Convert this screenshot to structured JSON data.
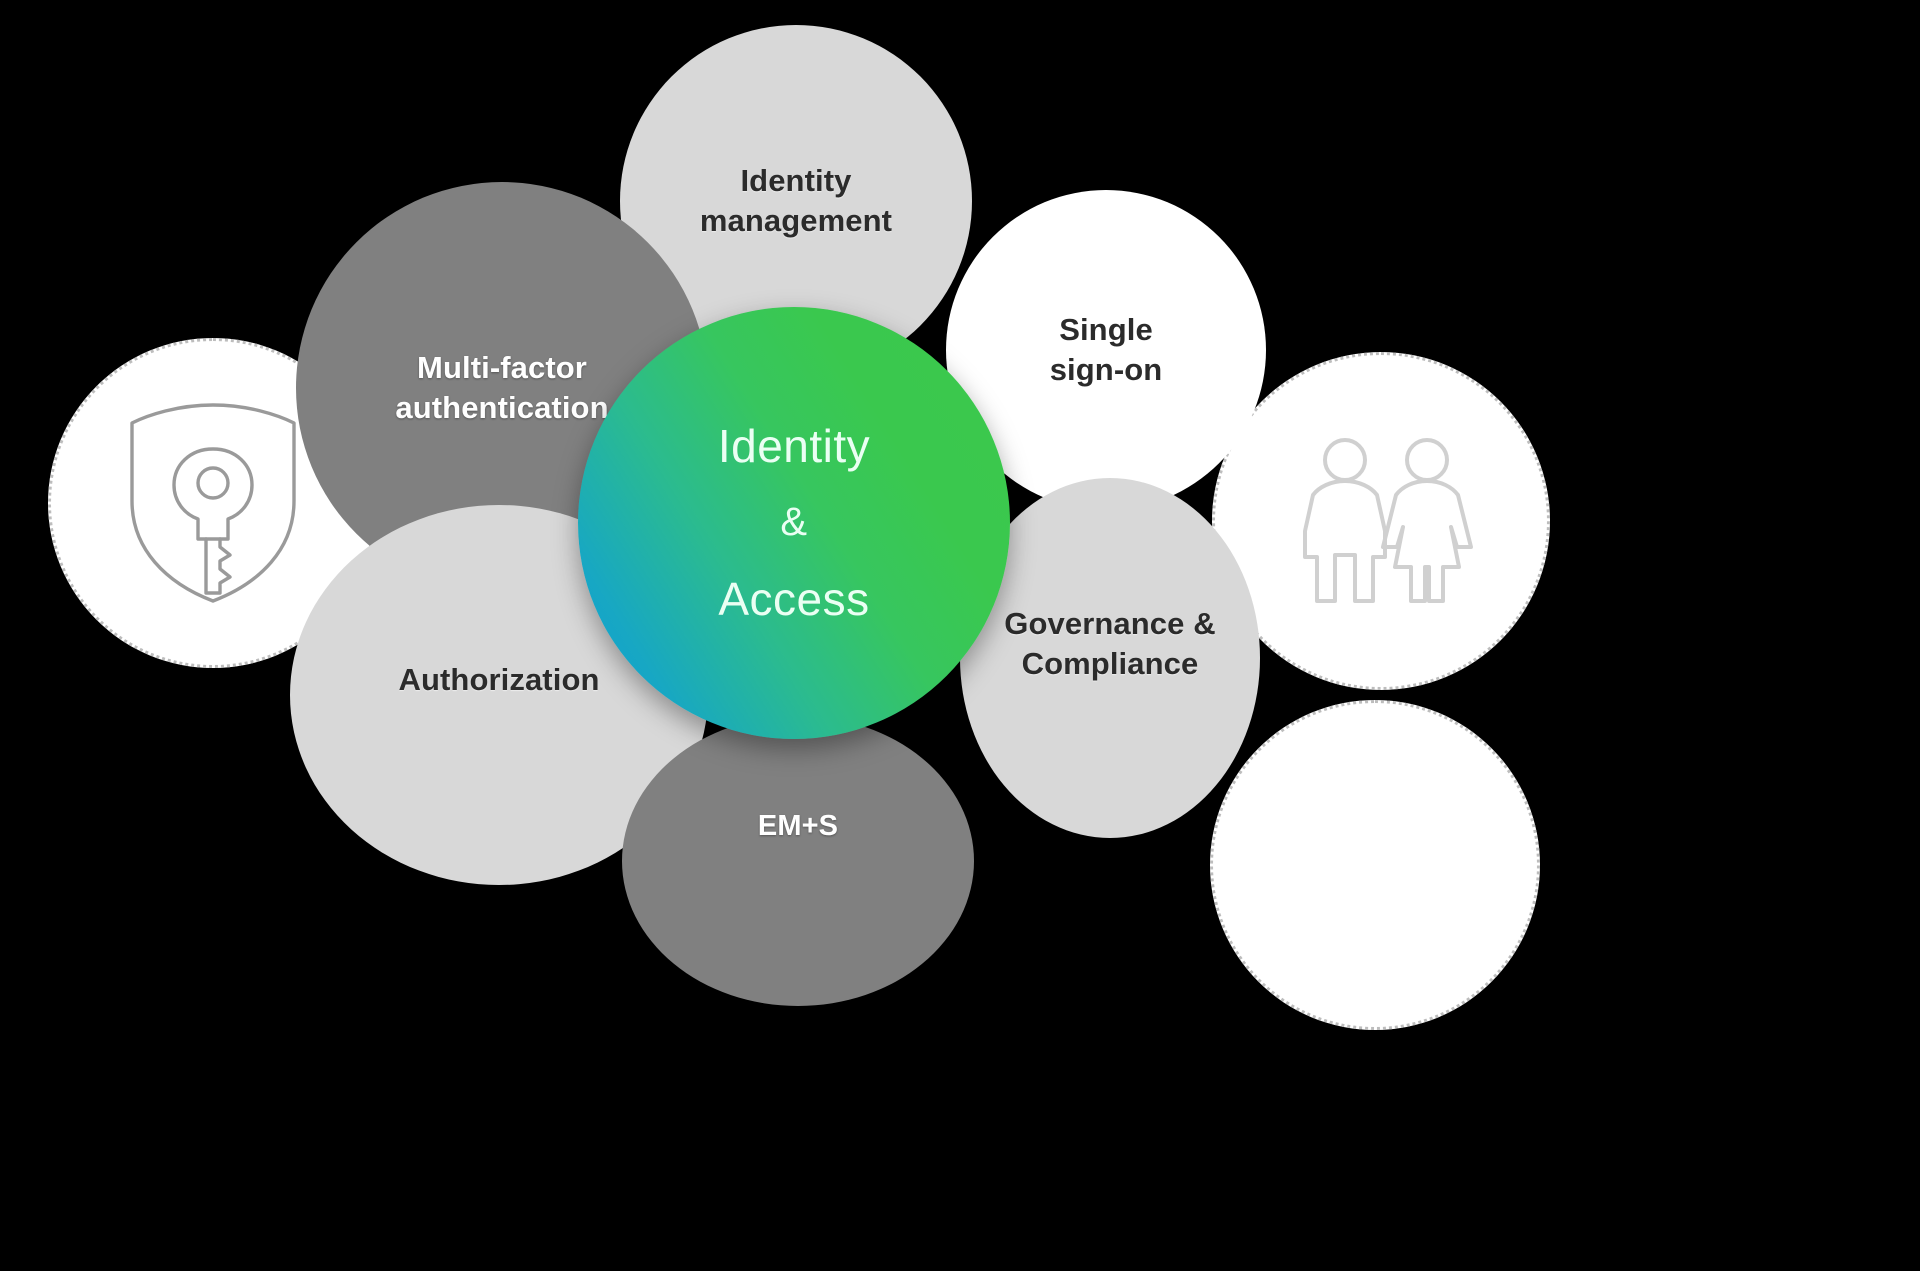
{
  "diagram": {
    "title": "Identity & Access",
    "background_color": "#000000",
    "center": {
      "lines": [
        "Identity",
        "&",
        "Access"
      ],
      "gradient_from": "#0f9fd4",
      "gradient_to": "#3cc94c",
      "text_color": "#eafff3"
    },
    "petals": [
      {
        "id": "identity-management",
        "label": "Identity management",
        "line1": "Identity",
        "line2": "management",
        "fill": "#d8d8d8",
        "text_color": "#2b2b2b",
        "style": "light-gray"
      },
      {
        "id": "mfa",
        "label": "Multi-factor authentication",
        "line1": "Multi-factor",
        "line2": "authentication",
        "fill": "#808080",
        "text_color": "#ffffff",
        "style": "mid-gray"
      },
      {
        "id": "single-sign-on",
        "label": "Single sign-on",
        "line1": "Single",
        "line2": "sign-on",
        "fill": "#ffffff",
        "text_color": "#2b2b2b",
        "style": "white"
      },
      {
        "id": "governance-compliance",
        "label": "Governance & Compliance",
        "line1": "Governance &",
        "line2": "Compliance",
        "fill": "#d8d8d8",
        "text_color": "#2b2b2b",
        "style": "light-gray"
      },
      {
        "id": "ems",
        "label": "EM+S",
        "line1": "EM+S",
        "line2": "",
        "fill": "#808080",
        "text_color": "#ffffff",
        "style": "mid-gray"
      },
      {
        "id": "authorization",
        "label": "Authorization",
        "line1": "Authorization",
        "line2": "",
        "fill": "#d8d8d8",
        "text_color": "#2b2b2b",
        "style": "light-gray"
      }
    ],
    "decorations": [
      {
        "id": "key-shield",
        "icon": "key-shield-icon",
        "fill": "#ffffff",
        "border_color": "#bdbdbd",
        "border_style": "dotted"
      },
      {
        "id": "people",
        "icon": "man-woman-icon",
        "fill": "#ffffff",
        "border_color": "#bdbdbd",
        "border_style": "dotted"
      },
      {
        "id": "empty",
        "icon": "",
        "fill": "#ffffff",
        "border_color": "#bdbdbd",
        "border_style": "dotted"
      }
    ]
  }
}
